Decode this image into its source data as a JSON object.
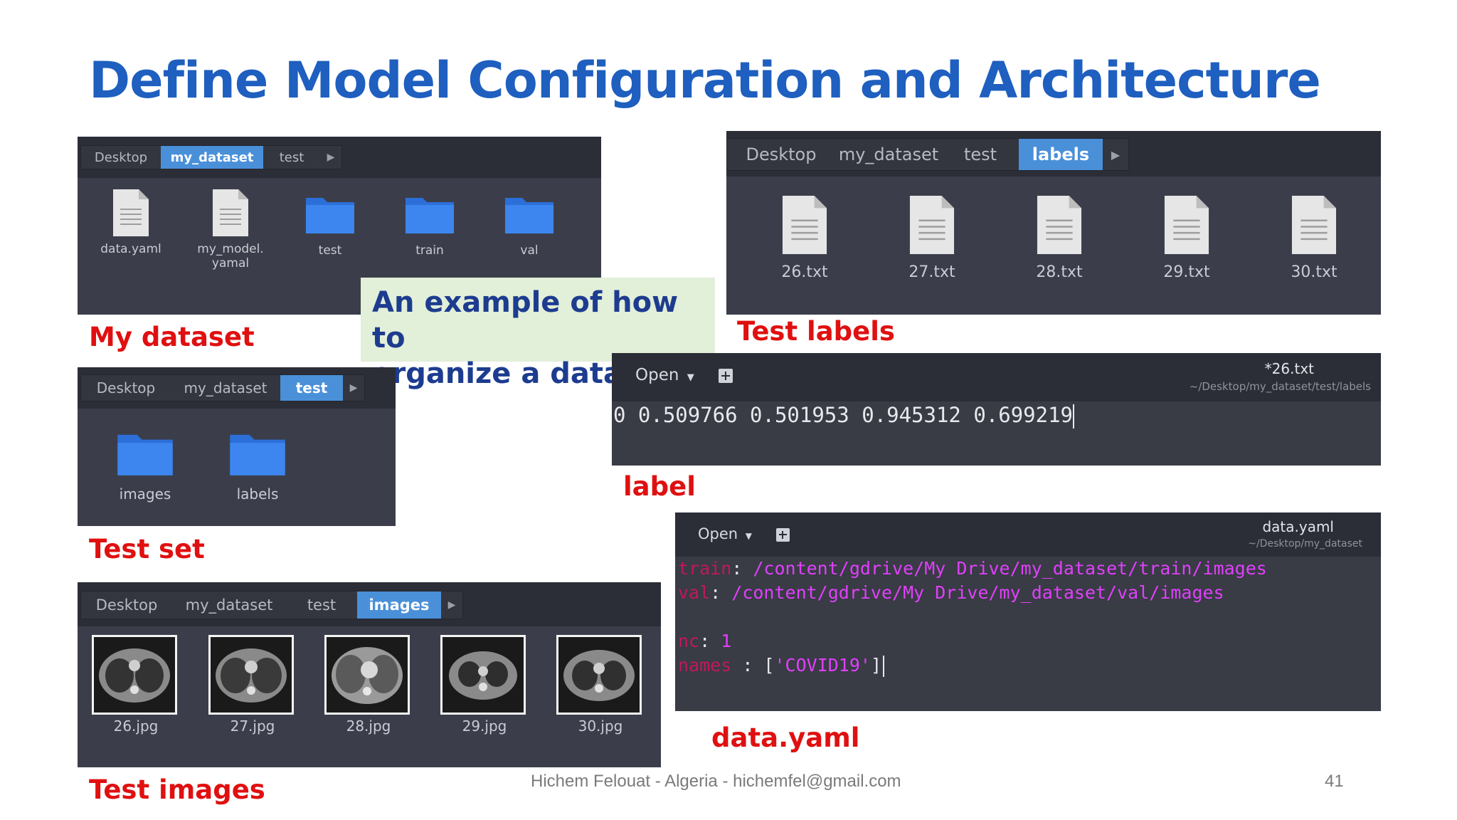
{
  "slide": {
    "title": "Define Model Configuration and Architecture",
    "footer": "Hichem Felouat - Algeria - hichemfel@gmail.com",
    "page_number": "41",
    "callout": [
      "An example of how to",
      "organize a dataset"
    ]
  },
  "labels": {
    "my_dataset": "My dataset",
    "test_set": "Test set",
    "test_images": "Test images",
    "test_labels": "Test labels",
    "label": "label",
    "data_yaml": "data.yaml"
  },
  "panel_dataset": {
    "crumbs": [
      "Desktop",
      "my_dataset",
      "test"
    ],
    "active": "my_dataset",
    "items": [
      {
        "name": "data.yaml",
        "type": "file"
      },
      {
        "name": "my_model.",
        "name2": "yamal",
        "type": "file"
      },
      {
        "name": "test",
        "type": "folder"
      },
      {
        "name": "train",
        "type": "folder"
      },
      {
        "name": "val",
        "type": "folder"
      }
    ]
  },
  "panel_labels": {
    "crumbs": [
      "Desktop",
      "my_dataset",
      "test",
      "labels"
    ],
    "active": "labels",
    "items": [
      "26.txt",
      "27.txt",
      "28.txt",
      "29.txt",
      "30.txt"
    ]
  },
  "panel_testset": {
    "crumbs": [
      "Desktop",
      "my_dataset",
      "test"
    ],
    "active": "test",
    "items": [
      "images",
      "labels"
    ]
  },
  "panel_images": {
    "crumbs": [
      "Desktop",
      "my_dataset",
      "test",
      "images"
    ],
    "active": "images",
    "items": [
      "26.jpg",
      "27.jpg",
      "28.jpg",
      "29.jpg",
      "30.jpg"
    ]
  },
  "editor_label": {
    "open_label": "Open",
    "filename": "*26.txt",
    "path": "~/Desktop/my_dataset/test/labels",
    "content": "0 0.509766 0.501953 0.945312 0.699219"
  },
  "editor_yaml": {
    "open_label": "Open",
    "filename": "data.yaml",
    "path": "~/Desktop/my_dataset",
    "lines": [
      {
        "key": "train",
        "sep": ": ",
        "value": "/content/gdrive/My Drive/my_dataset/train/images"
      },
      {
        "key": "val",
        "sep": ": ",
        "value": "/content/gdrive/My Drive/my_dataset/val/images"
      },
      {
        "key": "nc",
        "sep": ": ",
        "value": "1"
      },
      {
        "key": "names",
        "sep": " : ",
        "value_pre": "[",
        "value": "'COVID19'",
        "value_post": "]"
      }
    ]
  },
  "colors": {
    "title": "#1e5fbf",
    "label_red": "#e01010",
    "accent_blue": "#4a90d9",
    "yaml_key": "#c2185b",
    "yaml_value": "#e040fb"
  }
}
